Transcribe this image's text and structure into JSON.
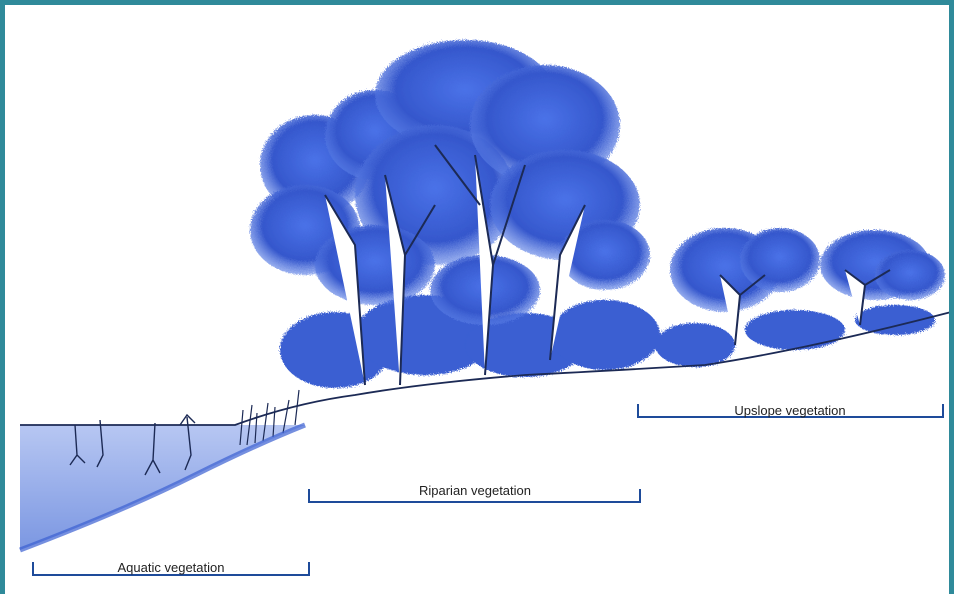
{
  "labels": {
    "aquatic": "Aquatic vegetation",
    "riparian": "Riparian vegetation",
    "upslope": "Upslope vegetation"
  },
  "colors": {
    "frame": "#2f8a9a",
    "foliage": "#3b63d6",
    "foliage_light": "#6f8ff0",
    "water": "#6f8fe0",
    "bracket": "#1e4b9a"
  }
}
